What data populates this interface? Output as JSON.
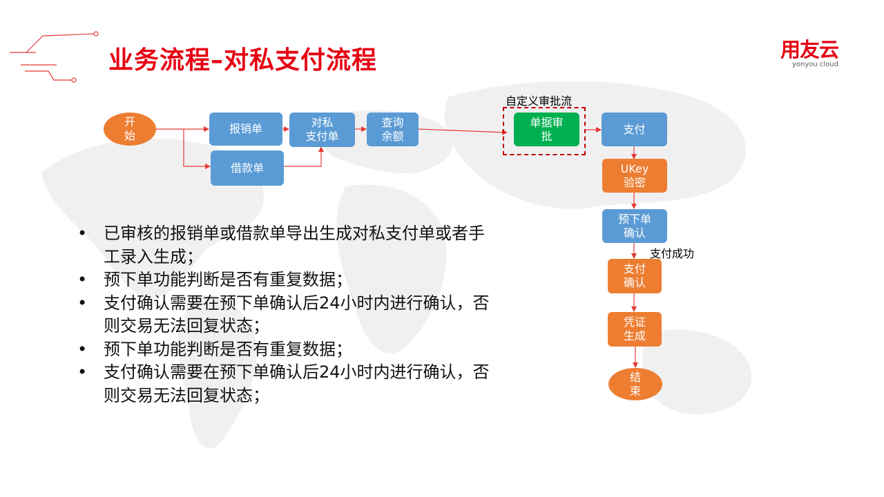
{
  "slide": {
    "title": "业务流程–对私支付流程"
  },
  "logo": {
    "cn": "用友云",
    "en": "yonyou cloud"
  },
  "colors": {
    "accent": "#e60012",
    "blue_node": "#5b9bd5",
    "orange_node": "#ed7d31",
    "green_node": "#00b050",
    "arrow": "#e53935"
  },
  "flow": {
    "start": "开\n始",
    "expense": "报销单",
    "loan": "借款单",
    "private_pay": "对私\n支付单",
    "balance": "查询\n余额",
    "approval_group_label": "自定义审批流",
    "approval": "单据审\n批",
    "pay": "支付",
    "ukey": "UKey\n验密",
    "pre_order": "预下单\n确认",
    "pay_success_label": "支付成功",
    "pay_confirm": "支付\n确认",
    "voucher": "凭证\n生成",
    "end": "结\n束"
  },
  "bullets": [
    "已审核的报销单或借款单导出生成对私支付单或者手工录入生成；",
    "预下单功能判断是否有重复数据；",
    "支付确认需要在预下单确认后24小时内进行确认，否则交易无法回复状态；",
    "预下单功能判断是否有重复数据；",
    "支付确认需要在预下单确认后24小时内进行确认，否则交易无法回复状态；"
  ]
}
